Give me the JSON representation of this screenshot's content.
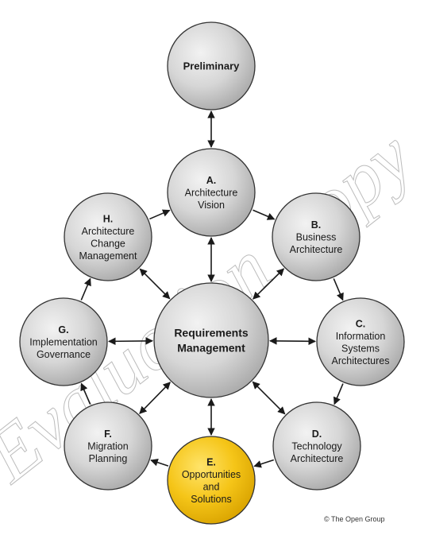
{
  "watermark": "Evaluation Copy",
  "copyright": "© The Open Group",
  "colors": {
    "node_fill": "#d4d4d4",
    "node_highlight": "#f5c518",
    "node_stroke": "#333333",
    "arrow": "#1a1a1a"
  },
  "nodes": [
    {
      "id": "preliminary",
      "lines": [
        "Preliminary"
      ],
      "bold_lines": [
        0
      ]
    },
    {
      "id": "a",
      "lines": [
        "A.",
        "Architecture",
        "Vision"
      ],
      "bold_lines": [
        0
      ]
    },
    {
      "id": "b",
      "lines": [
        "B.",
        "Business",
        "Architecture"
      ],
      "bold_lines": [
        0
      ]
    },
    {
      "id": "c",
      "lines": [
        "C.",
        "Information",
        "Systems",
        "Architectures"
      ],
      "bold_lines": [
        0
      ]
    },
    {
      "id": "d",
      "lines": [
        "D.",
        "Technology",
        "Architecture"
      ],
      "bold_lines": [
        0
      ]
    },
    {
      "id": "e",
      "lines": [
        "E.",
        "Opportunities",
        "and",
        "Solutions"
      ],
      "bold_lines": [
        0
      ],
      "highlight": true
    },
    {
      "id": "f",
      "lines": [
        "F.",
        "Migration",
        "Planning"
      ],
      "bold_lines": [
        0
      ]
    },
    {
      "id": "g",
      "lines": [
        "G.",
        "Implementation",
        "Governance"
      ],
      "bold_lines": [
        0
      ]
    },
    {
      "id": "h",
      "lines": [
        "H.",
        "Architecture",
        "Change",
        "Management"
      ],
      "bold_lines": [
        0
      ]
    },
    {
      "id": "rm",
      "lines": [
        "Requirements",
        "Management"
      ],
      "bold_lines": [
        0,
        1
      ]
    }
  ]
}
